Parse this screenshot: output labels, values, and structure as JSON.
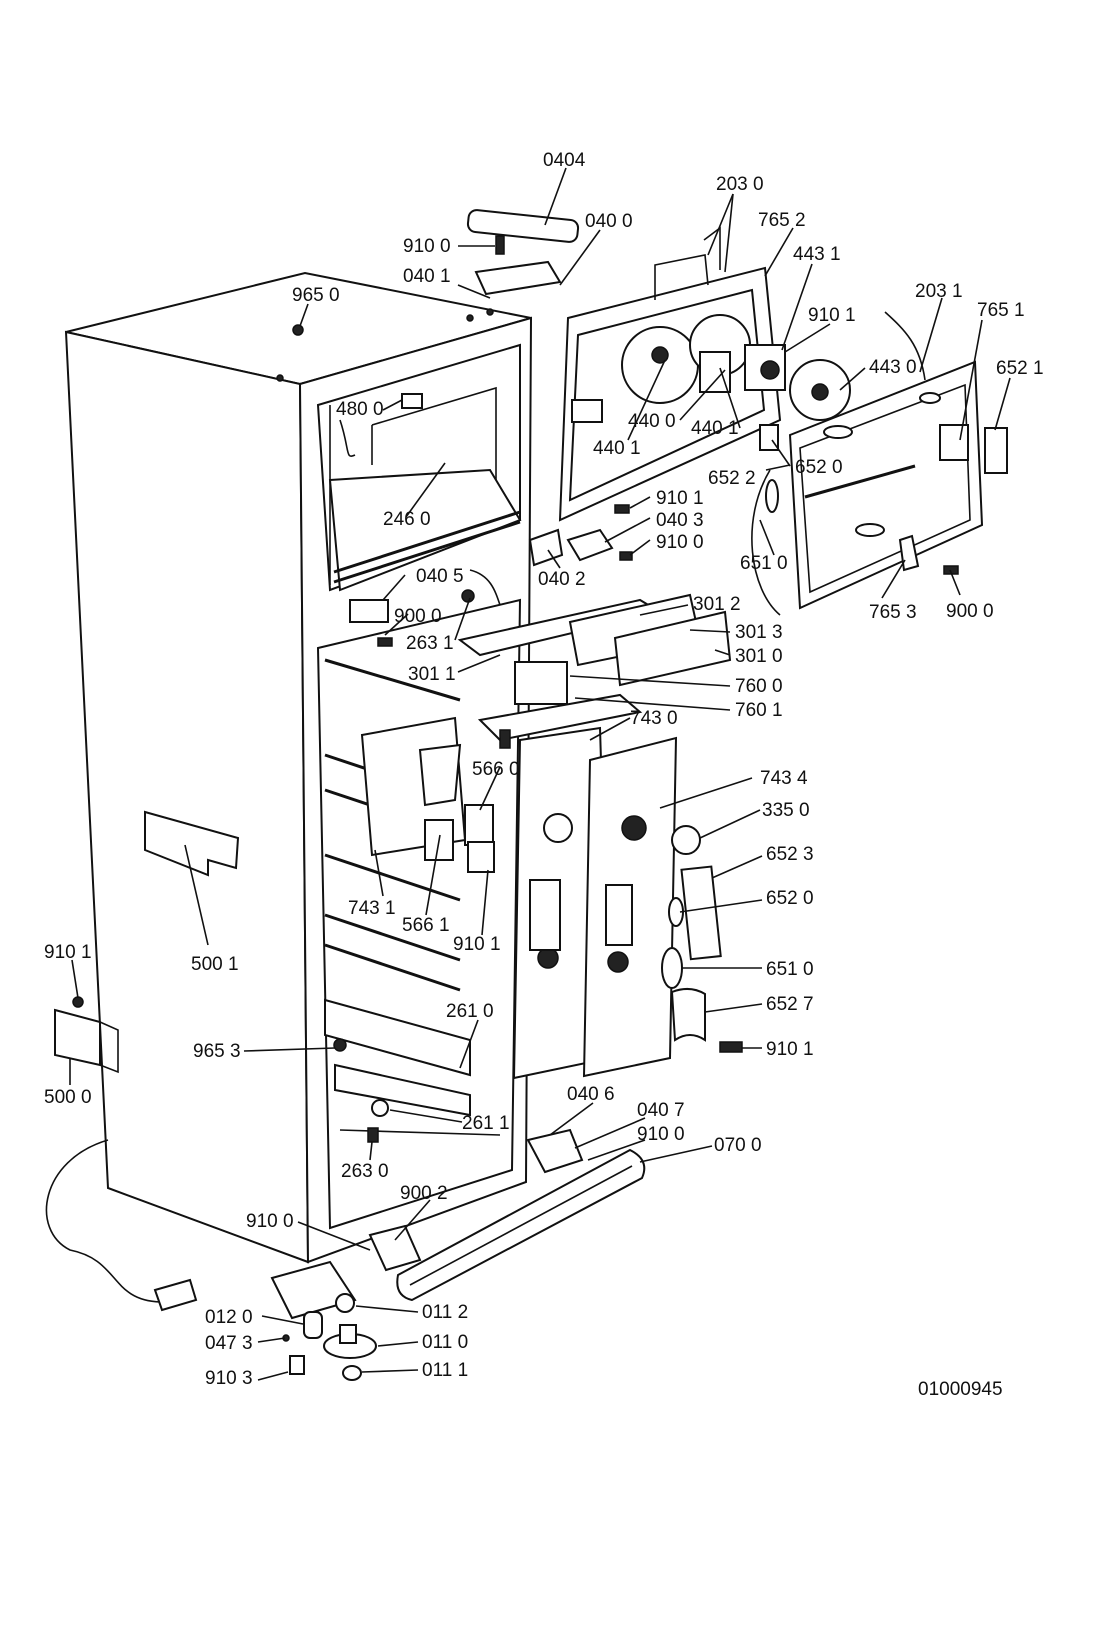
{
  "drawing_number": "01000945",
  "labels": [
    "0404",
    "203 0",
    "040 0",
    "765 2",
    "910 0",
    "443 1",
    "040 1",
    "203 1",
    "965 0",
    "910 1",
    "765 1",
    "443 0",
    "652 1",
    "480 0",
    "440 0",
    "440 1",
    "440 1",
    "652 0",
    "652 2",
    "910 1",
    "040 3",
    "246 0",
    "910 0",
    "651 0",
    "040 5",
    "040 2",
    "765 3",
    "900 0",
    "900 0",
    "301 2",
    "263 1",
    "301 3",
    "301 1",
    "301 0",
    "760 0",
    "760 1",
    "743 0",
    "566 0",
    "743 4",
    "335 0",
    "652 3",
    "743 1",
    "566 1",
    "652 0",
    "910 1",
    "651 0",
    "500 1",
    "910 1",
    "652 7",
    "261 0",
    "965 3",
    "910 1",
    "500 0",
    "040 6",
    "040 7",
    "261 1",
    "910 0",
    "070 0",
    "263 0",
    "900 2",
    "910 0",
    "012 0",
    "011 2",
    "047 3",
    "011 0",
    "910 3",
    "011 1"
  ]
}
